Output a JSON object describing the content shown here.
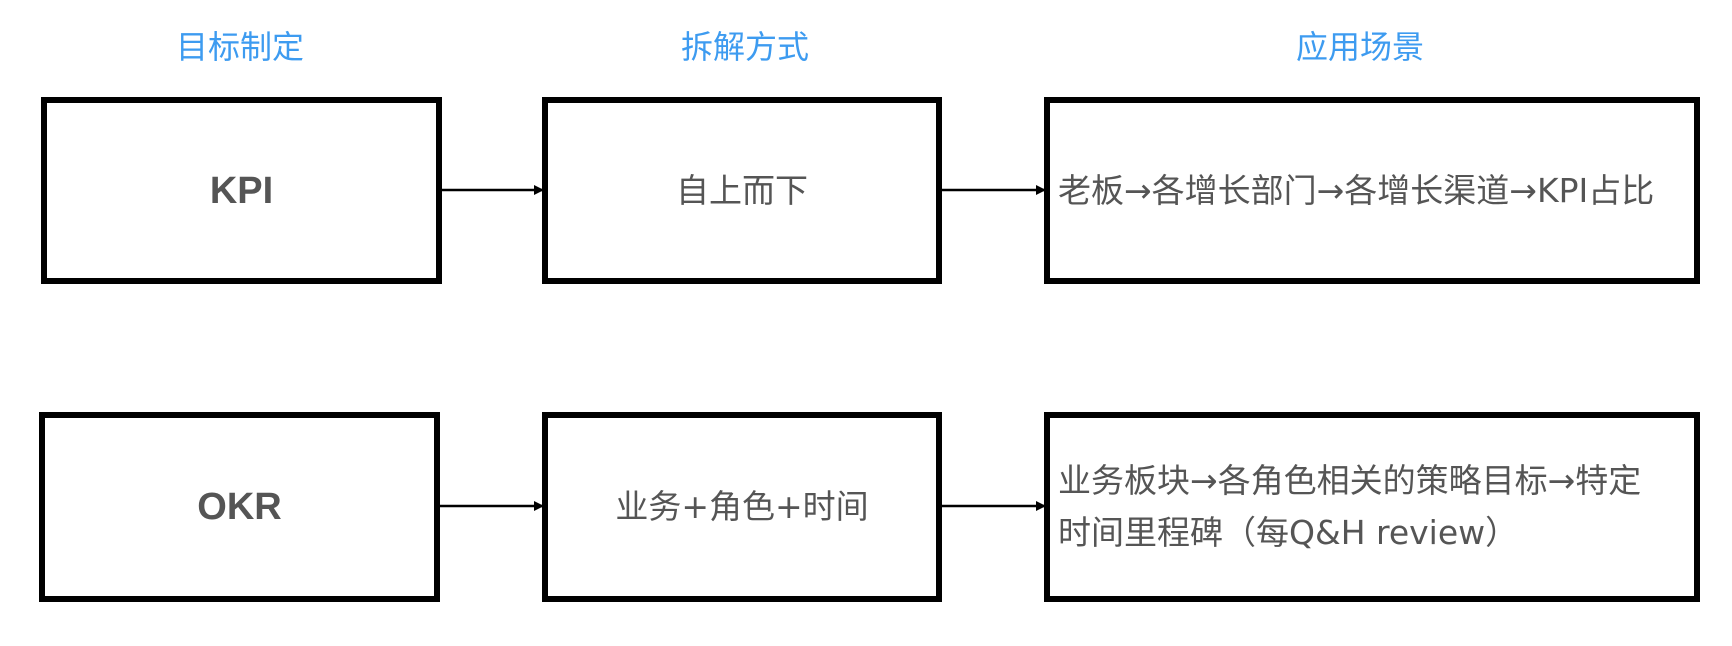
{
  "headers": {
    "goal": "目标制定",
    "breakdown": "拆解方式",
    "scenario": "应用场景"
  },
  "rows": [
    {
      "method": "KPI",
      "breakdown": "自上而下",
      "scenario": "老板→各增长部门→各增长渠道→KPI占比"
    },
    {
      "method": "OKR",
      "breakdown": "业务+角色+时间",
      "scenario": "业务板块→各角色相关的策略目标→特定时间里程碑（每Q&H review）"
    }
  ]
}
